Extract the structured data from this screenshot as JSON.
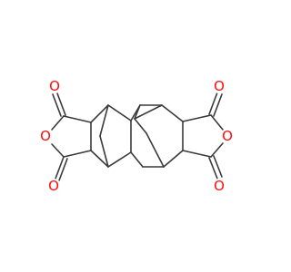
{
  "molecule": {
    "atoms": [
      {
        "symbol": "O",
        "color": "#ff0d0d"
      },
      {
        "symbol": "O",
        "color": "#ff0d0d"
      },
      {
        "symbol": "O",
        "color": "#ff0d0d"
      },
      {
        "symbol": "O",
        "color": "#ff0d0d"
      },
      {
        "symbol": "O",
        "color": "#ff0d0d"
      },
      {
        "symbol": "O",
        "color": "#ff0d0d"
      }
    ],
    "bond_color": "#3a3a3a",
    "background": "#ffffff"
  }
}
